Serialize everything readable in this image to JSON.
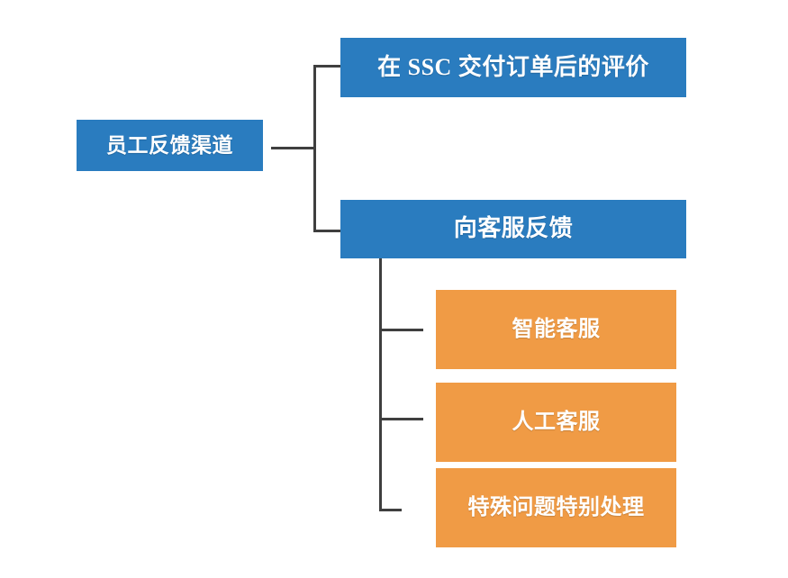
{
  "diagram": {
    "type": "org-tree",
    "title": "员工反馈渠道",
    "colors": {
      "blue": "#2a7cbf",
      "orange": "#f09b45",
      "connector": "#3f3f3f",
      "background": "#ffffff",
      "text": "#ffffff"
    },
    "nodes": {
      "root": {
        "label": "员工反馈渠道",
        "color": "blue",
        "level": 0
      },
      "ssc_evaluation": {
        "label": "在 SSC 交付订单后的评价",
        "color": "blue",
        "level": 1
      },
      "customer_service": {
        "label": "向客服反馈",
        "color": "blue",
        "level": 1
      },
      "ai_service": {
        "label": "智能客服",
        "color": "orange",
        "level": 2
      },
      "human_service": {
        "label": "人工客服",
        "color": "orange",
        "level": 2
      },
      "special_handling": {
        "label": "特殊问题特别处理",
        "color": "orange",
        "level": 2
      }
    },
    "edges": [
      {
        "from": "root",
        "to": "ssc_evaluation"
      },
      {
        "from": "root",
        "to": "customer_service"
      },
      {
        "from": "customer_service",
        "to": "ai_service"
      },
      {
        "from": "customer_service",
        "to": "human_service"
      },
      {
        "from": "customer_service",
        "to": "special_handling"
      }
    ]
  }
}
